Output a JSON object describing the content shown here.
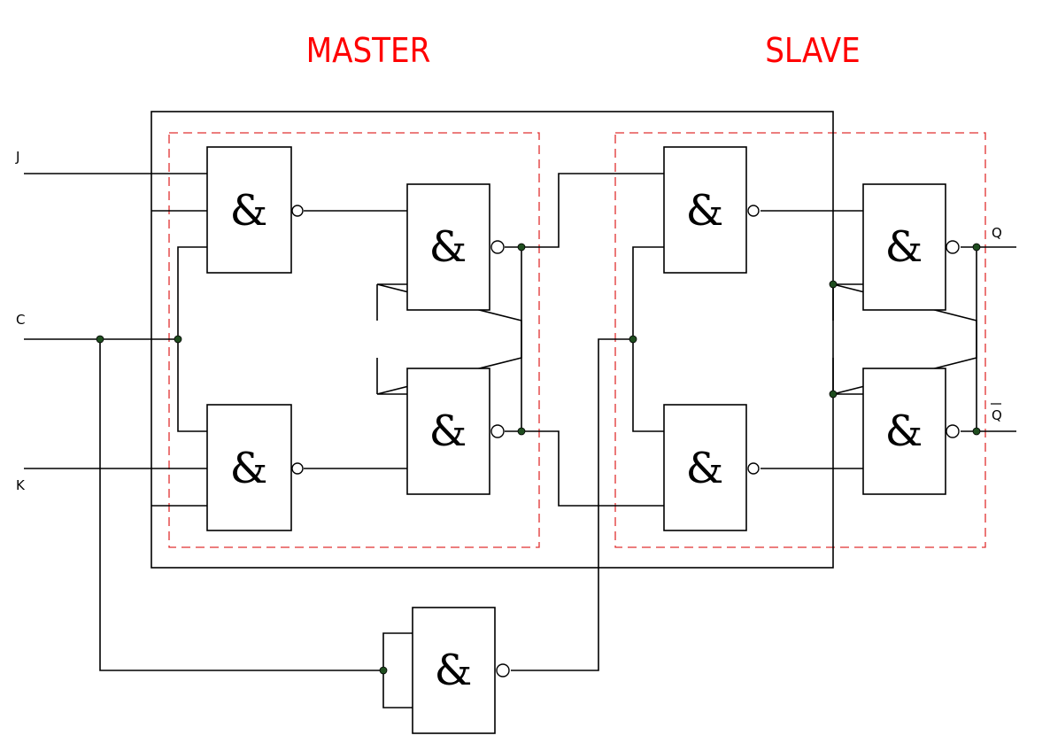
{
  "sections": {
    "master_title": "MASTER",
    "slave_title": "SLAVE"
  },
  "inputs": {
    "j_label": "J",
    "c_label": "C",
    "k_label": "K"
  },
  "outputs": {
    "q_label": "Q",
    "qbar_label": "Q"
  },
  "gate_symbol": "&",
  "colors": {
    "section_title": "#ff0000",
    "dashed_box": "#e03030",
    "junction": "#1f4d1f",
    "wire": "#000000"
  }
}
